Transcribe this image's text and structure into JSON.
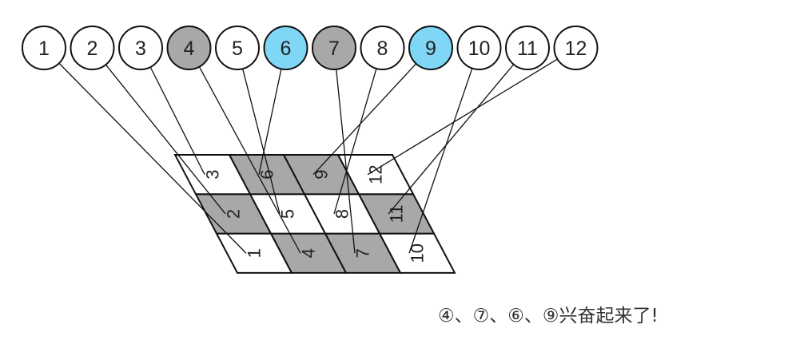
{
  "colors": {
    "line": "#111111",
    "white": "#ffffff",
    "gray": "#a8a8a8",
    "blue": "#7fd6f5",
    "text": "#222222"
  },
  "top_circles": [
    {
      "label": "1",
      "fill": "white"
    },
    {
      "label": "2",
      "fill": "white"
    },
    {
      "label": "3",
      "fill": "white"
    },
    {
      "label": "4",
      "fill": "gray"
    },
    {
      "label": "5",
      "fill": "white"
    },
    {
      "label": "6",
      "fill": "blue"
    },
    {
      "label": "7",
      "fill": "gray"
    },
    {
      "label": "8",
      "fill": "white"
    },
    {
      "label": "9",
      "fill": "blue"
    },
    {
      "label": "10",
      "fill": "white"
    },
    {
      "label": "11",
      "fill": "white"
    },
    {
      "label": "12",
      "fill": "white"
    }
  ],
  "grid_cells": [
    {
      "label": "1",
      "row": 0,
      "col": 0,
      "shade": "white"
    },
    {
      "label": "4",
      "row": 0,
      "col": 1,
      "shade": "gray"
    },
    {
      "label": "7",
      "row": 0,
      "col": 2,
      "shade": "gray"
    },
    {
      "label": "10",
      "row": 0,
      "col": 3,
      "shade": "white"
    },
    {
      "label": "2",
      "row": 1,
      "col": 0,
      "shade": "gray"
    },
    {
      "label": "5",
      "row": 1,
      "col": 1,
      "shade": "white"
    },
    {
      "label": "8",
      "row": 1,
      "col": 2,
      "shade": "white"
    },
    {
      "label": "11",
      "row": 1,
      "col": 3,
      "shade": "gray"
    },
    {
      "label": "3",
      "row": 2,
      "col": 0,
      "shade": "white"
    },
    {
      "label": "6",
      "row": 2,
      "col": 1,
      "shade": "gray"
    },
    {
      "label": "9",
      "row": 2,
      "col": 2,
      "shade": "gray"
    },
    {
      "label": "12",
      "row": 2,
      "col": 3,
      "shade": "white"
    }
  ],
  "caption": "④、⑦、⑥、⑨兴奋起来了!"
}
